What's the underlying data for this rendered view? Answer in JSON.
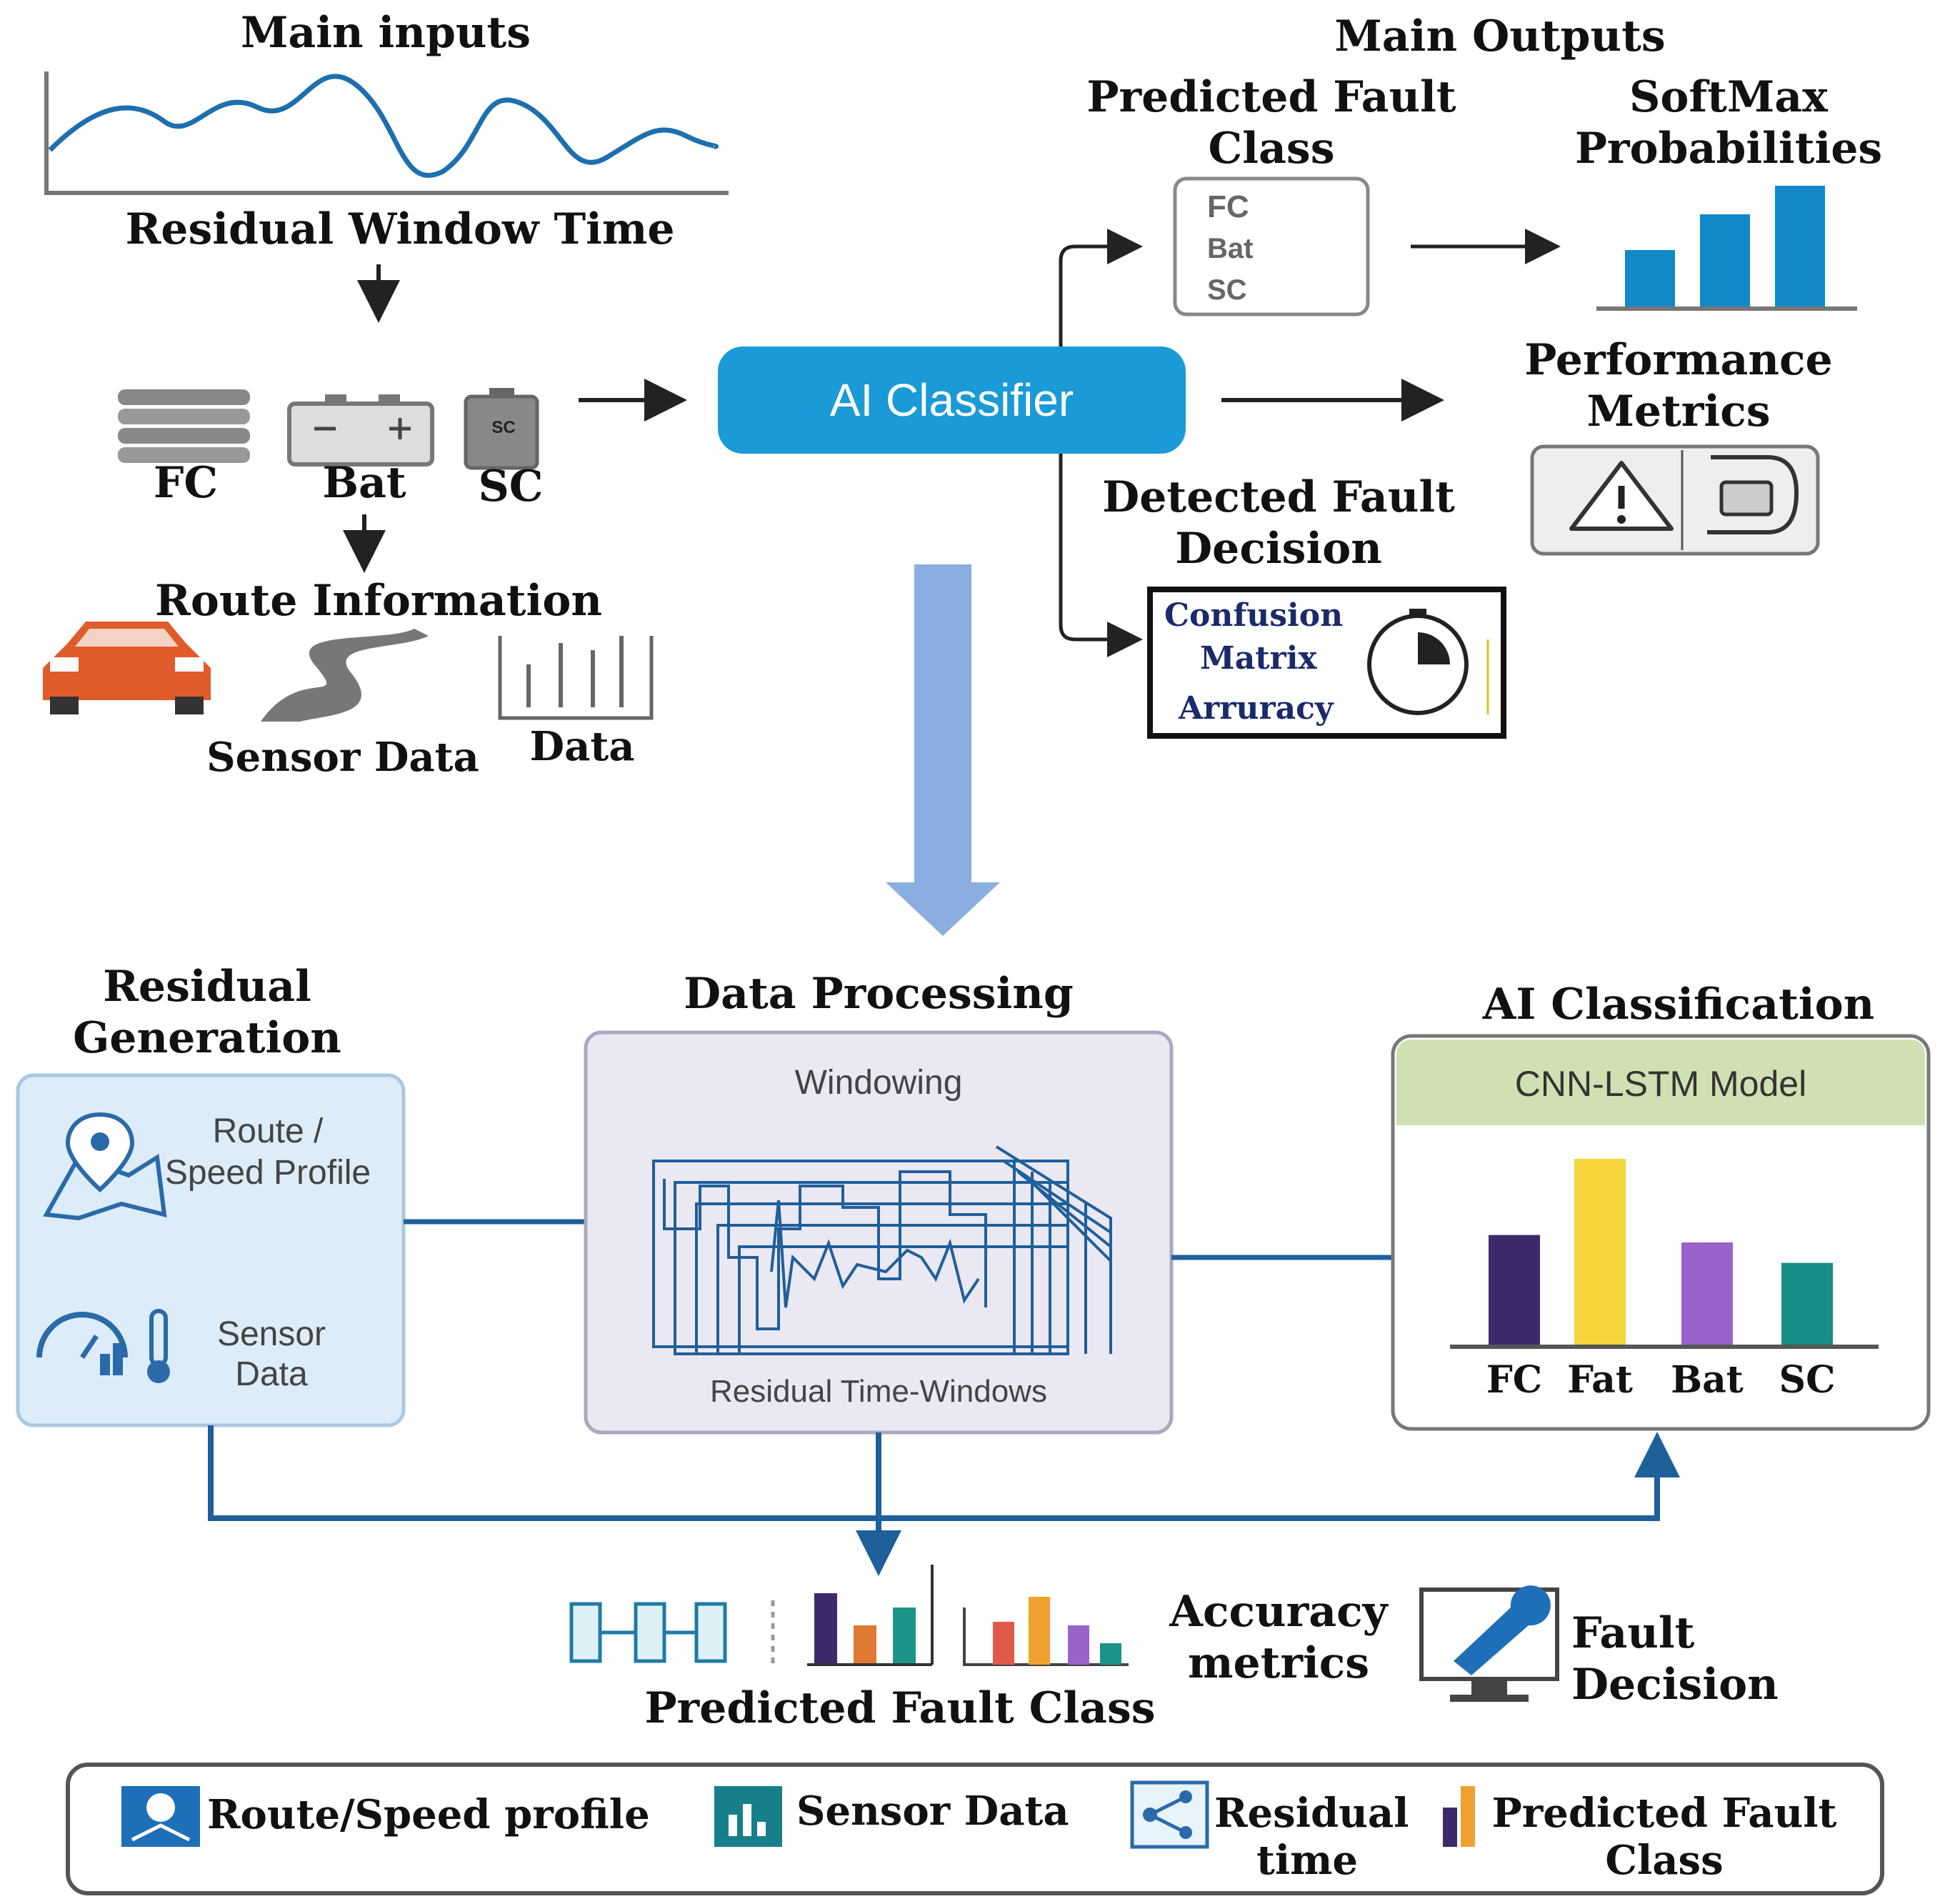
{
  "top": {
    "main_inputs": "Main inputs",
    "residual_window_time": "Residual Window Time",
    "fc": "FC",
    "bat": "Bat",
    "sc": "SC",
    "sc_icon_text": "SC",
    "route_information": "Route Information",
    "sensor_data": "Sensor Data",
    "data": "Data",
    "ai_classifier": "AI Classifier",
    "main_outputs": "Main Outputs",
    "predicted_fault_class": "Predicted Fault Class",
    "pfc_items": [
      "FC",
      "Bat",
      "SC"
    ],
    "softmax": "SoftMax Probabilities",
    "performance_metrics": "Performance Metrics",
    "detected_fault_decision": "Detected Fault Decision",
    "confusion": "Confusion",
    "matrix": "Matrix",
    "accuracy_misspelled": "Arruracy"
  },
  "bottom": {
    "residual_generation": "Residual Generation",
    "route_speed_profile": "Route / Speed Profile",
    "sensor_data": "Sensor Data",
    "data_processing": "Data Processing",
    "windowing": "Windowing",
    "residual_time_windows": "Residual Time-Windows",
    "ai_classification": "AI Classification",
    "cnn_lstm": "CNN-LSTM Model",
    "bar_labels": [
      "FC",
      "Fat",
      "Bat",
      "SC"
    ],
    "predicted_fault_class": "Predicted Fault Class",
    "accuracy_metrics": "Accuracy metrics",
    "fault_decision": "Fault Decision"
  },
  "legend": {
    "route_speed": "Route/Speed profile",
    "sensor_data": "Sensor Data",
    "residual_time": "Residual time",
    "predicted_fault_class": "Predicted Fault Class"
  },
  "colors": {
    "ai_blue": "#1a9ad6",
    "flow_blue": "#1f5f9a",
    "big_arrow": "#8aaee0",
    "bar_purple_dark": "#3e2a6b",
    "bar_yellow": "#f5d43c",
    "bar_purple": "#9a63c9",
    "bar_teal": "#178f86"
  },
  "chart_data": {
    "type": "bar",
    "categories": [
      "FC",
      "Fat",
      "Bat",
      "SC"
    ],
    "values": [
      0.59,
      1.0,
      0.55,
      0.44
    ]
  }
}
